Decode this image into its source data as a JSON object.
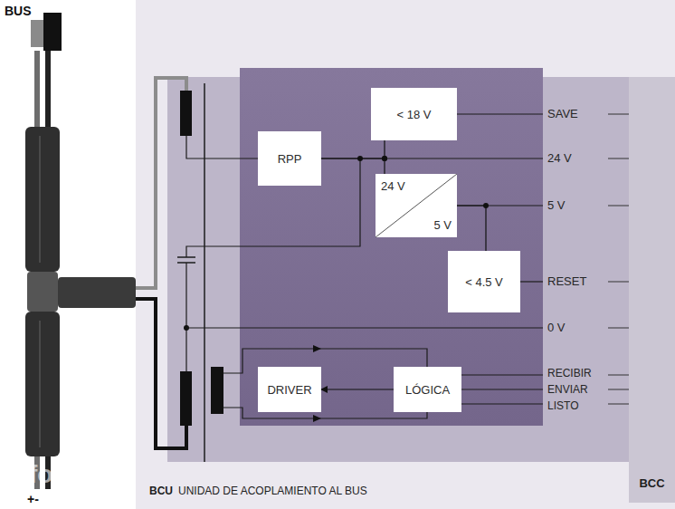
{
  "diagram": {
    "nodes": [
      {
        "text": [
          "BCU",
          "UNIDAD DE ACOPLAMIENTO AL BUS"
        ]
      },
      {
        "text": [
          "< 18 V"
        ],
        "in": 0
      },
      {
        "text": [
          "RPP"
        ],
        "in": 0
      },
      {
        "text": [
          "24 V",
          "5 V"
        ],
        "in": 0
      },
      {
        "text": [
          "< 4.5 V"
        ],
        "in": 0
      },
      {
        "text": [
          "DRIVER"
        ],
        "in": 0
      },
      {
        "text": [
          "LÓGICA"
        ],
        "in": 0
      },
      {
        "text": [
          "BCC"
        ],
        "in": 0
      }
    ],
    "edges": [
      {
        "from": 2,
        "to": 1,
        "arrow": "none"
      },
      {
        "from": 2,
        "to": 3,
        "arrow": "none"
      },
      {
        "from": 3,
        "to": 4,
        "arrow": "none"
      },
      {
        "from": 6,
        "to": 5,
        "arrow": "to"
      }
    ],
    "labels": [
      "BUS",
      "SAVE",
      "24 V",
      "5 V",
      "RESET",
      "0 V",
      "RECIBIR",
      "ENVIAR",
      "LISTO",
      "+-",
      "fotor"
    ]
  }
}
